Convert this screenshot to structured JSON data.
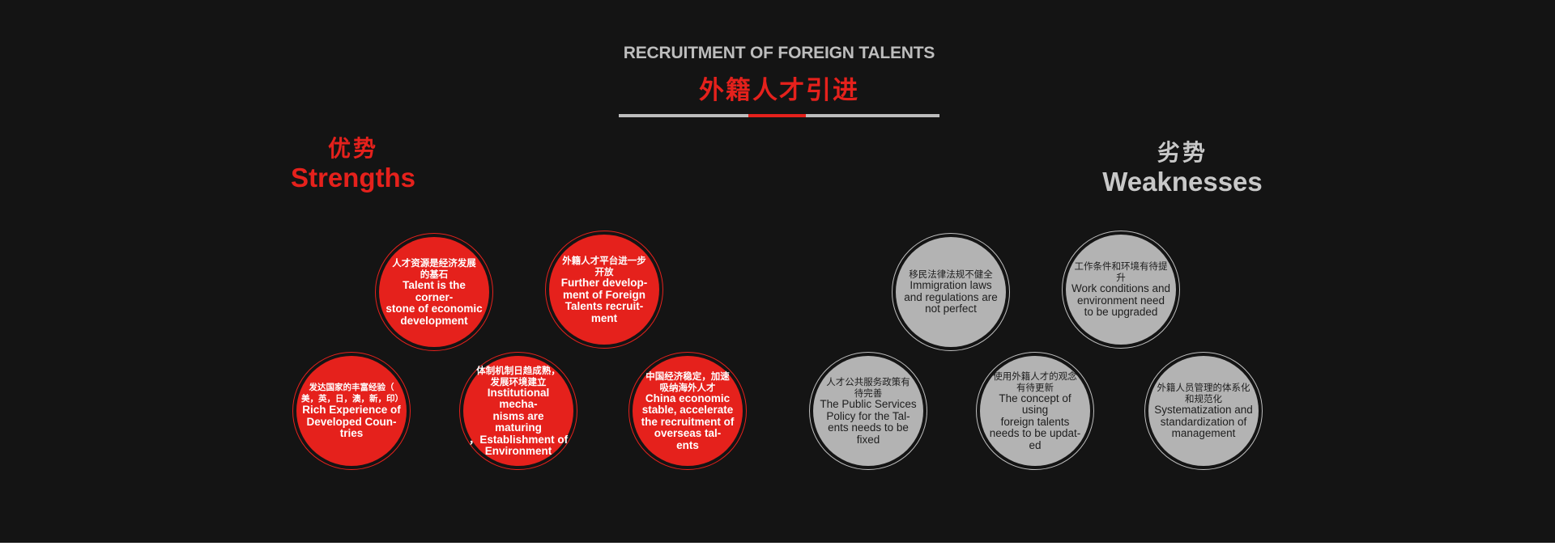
{
  "header": {
    "title_en": "RECRUITMENT OF FOREIGN TALENTS",
    "title_cn": "外籍人才引进"
  },
  "strengths": {
    "heading_cn": "优势",
    "heading_en": "Strengths",
    "items": [
      {
        "cn": "人才资源是经济发展\n的基石",
        "en": "Talent is the corner-\nstone of economic\ndevelopment"
      },
      {
        "cn": "外籍人才平台进一步\n开放",
        "en": "Further develop-\nment of Foreign\nTalents recruit-\nment"
      },
      {
        "cn": "发达国家的丰富经验（\n美，英，日，澳，新，印）",
        "en": "Rich Experience of\nDeveloped Coun-\ntries"
      },
      {
        "cn": "体制机制日趋成熟，\n发展环境建立",
        "en": "Institutional mecha-\nnisms are maturing\n，Establishment of\nEnvironment"
      },
      {
        "cn": "中国经济稳定，加速\n吸纳海外人才",
        "en": "China economic\nstable, accelerate\nthe recruitment of\noverseas tal-\nents"
      }
    ]
  },
  "weaknesses": {
    "heading_cn": "劣势",
    "heading_en": "Weaknesses",
    "items": [
      {
        "cn": "移民法律法规不健全",
        "en": "Immigration laws\nand regulations are\nnot perfect"
      },
      {
        "cn": "工作条件和环境有待提\n升",
        "en": "Work conditions and\nenvironment need\nto be upgraded"
      },
      {
        "cn": "人才公共服务政策有\n待完善",
        "en": "The Public Services\nPolicy for the Tal-\nents needs to be\nfixed"
      },
      {
        "cn": "使用外籍人才的观念\n有待更新",
        "en": "The concept of using\nforeign talents\nneeds to be updat-\ned"
      },
      {
        "cn": "外籍人员管理的体系化\n和规范化",
        "en": "Systematization and\nstandardization of\nmanagement"
      }
    ]
  },
  "colors": {
    "background": "#141414",
    "accent_red": "#e5211c",
    "neutral_grey": "#b3b3b3",
    "title_grey": "#bdbdbd"
  }
}
